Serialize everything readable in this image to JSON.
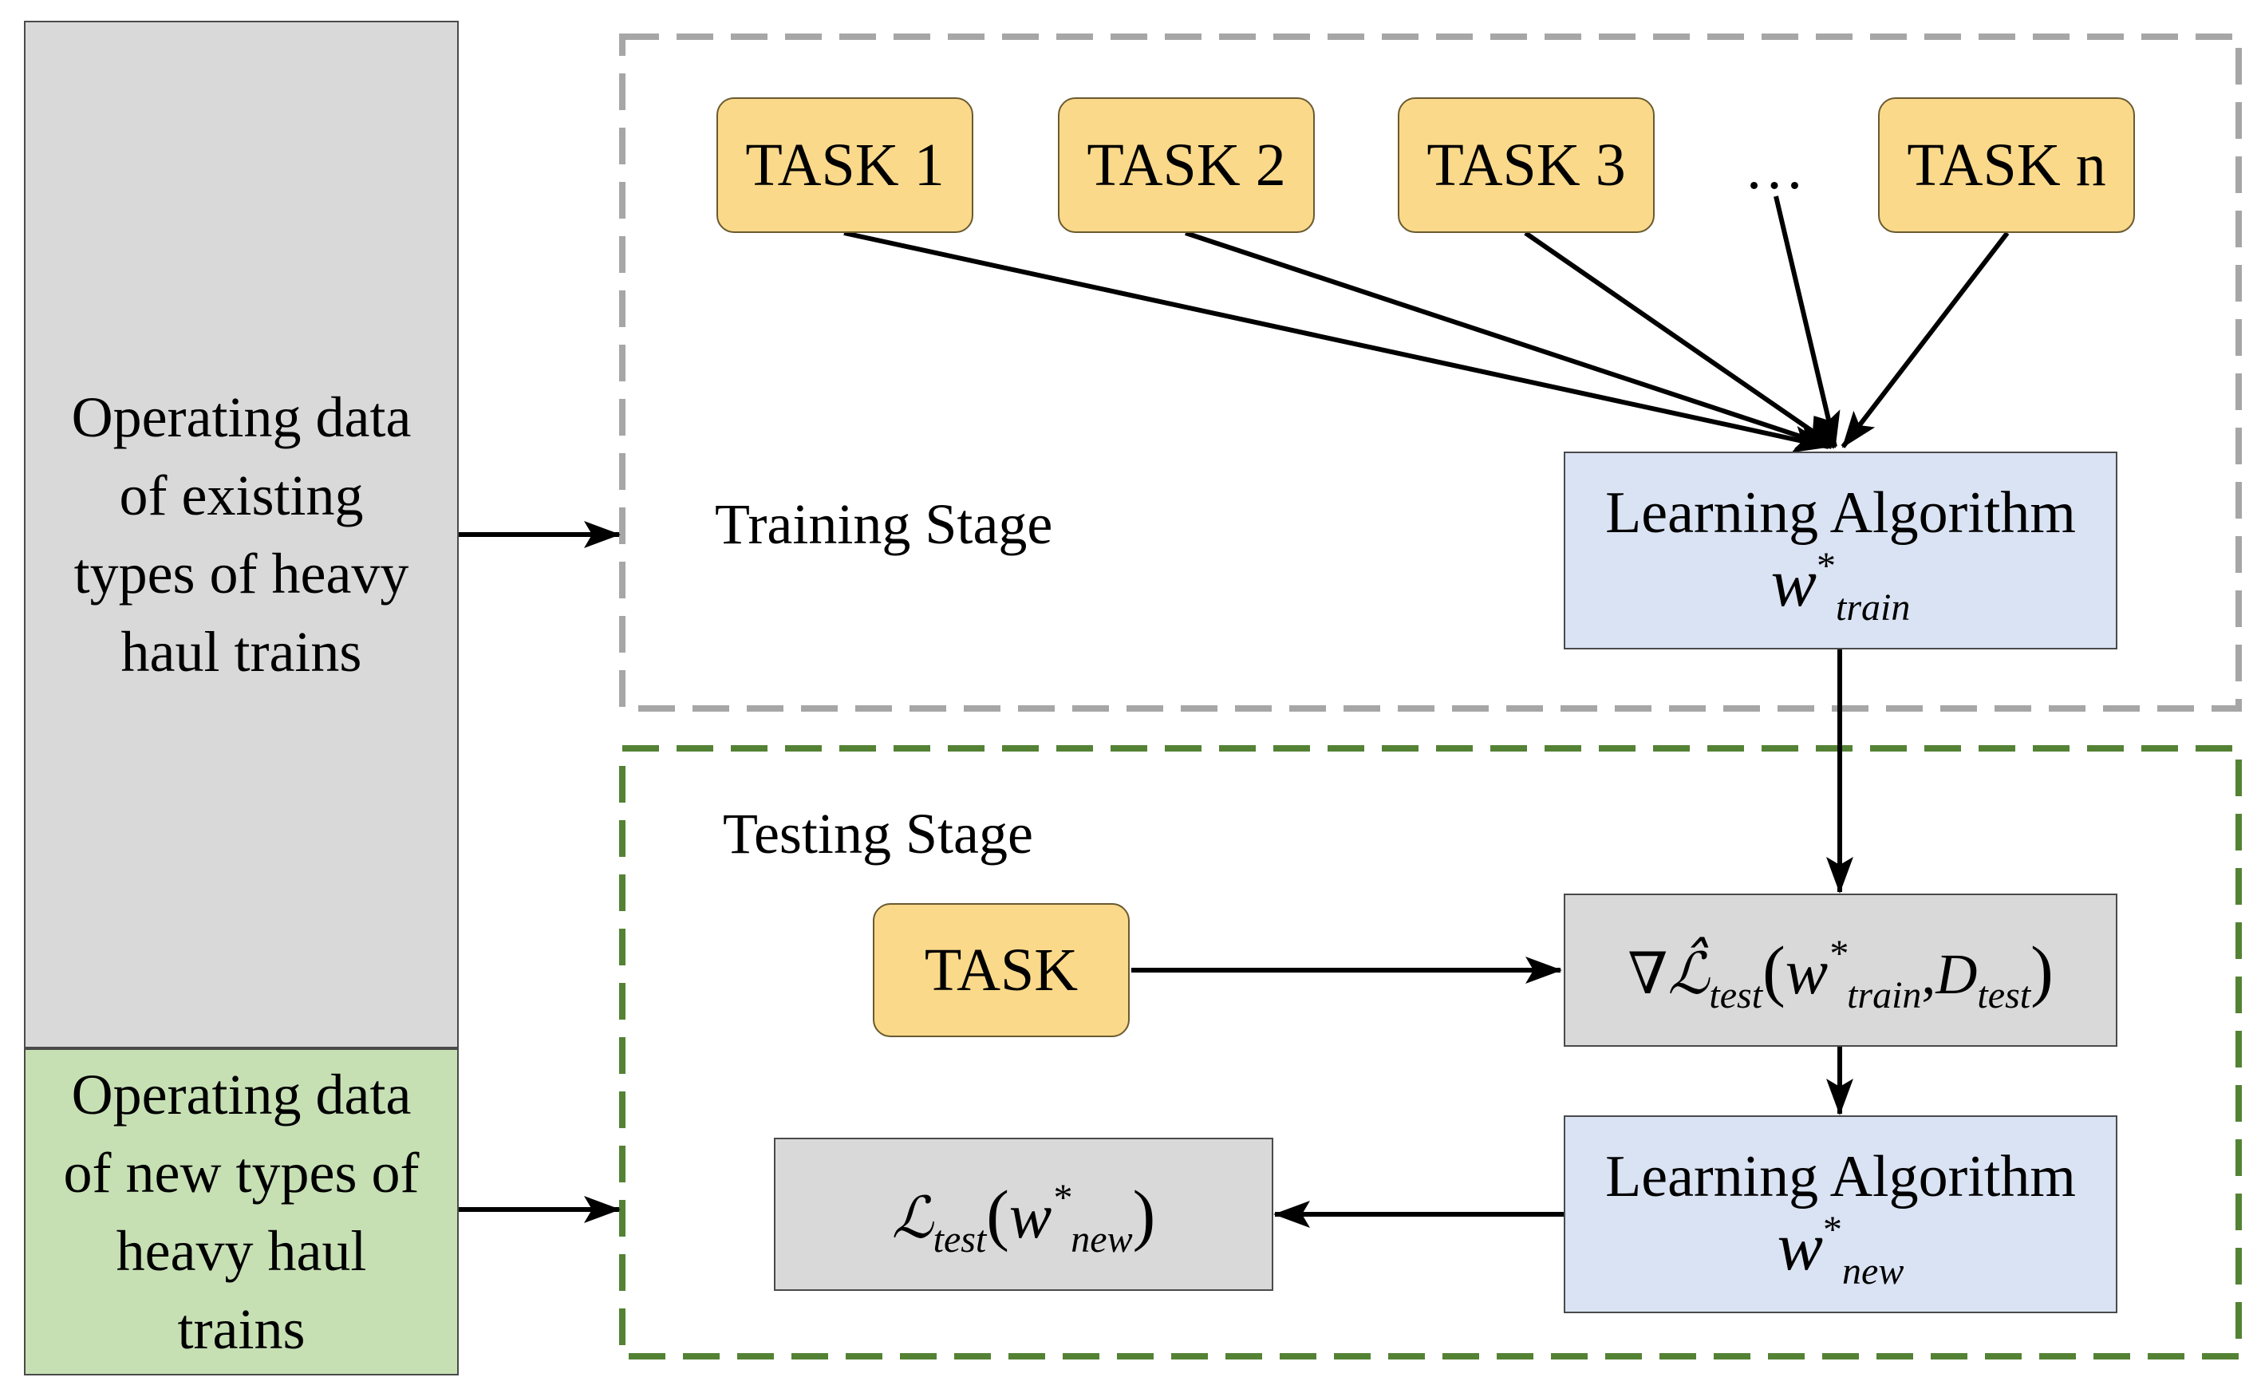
{
  "sources": {
    "existing": [
      "Operating data",
      "of existing",
      "types of heavy",
      "haul trains"
    ],
    "new": [
      "Operating data",
      "of new types of",
      "heavy haul",
      "trains"
    ]
  },
  "training": {
    "label": "Training Stage",
    "tasks": [
      "TASK 1",
      "TASK 2",
      "TASK 3",
      "TASK n"
    ],
    "ellipsis": "…",
    "algorithm": {
      "title": "Learning Algorithm",
      "w": "w",
      "star": "*",
      "sub": "train"
    }
  },
  "testing": {
    "label": "Testing Stage",
    "task": "TASK",
    "gradient": {
      "nabla": "∇",
      "L": "ℒ̂",
      "sub": "test",
      "open": "(",
      "w": "w",
      "star": "*",
      "wsub": "train",
      "comma": ",",
      "D": "D",
      "dsub": "test",
      "close": ")"
    },
    "algorithm": {
      "title": "Learning Algorithm",
      "w": "w",
      "star": "*",
      "sub": "new"
    },
    "loss": {
      "L": "ℒ",
      "sub": "test",
      "open": "(",
      "w": "w",
      "star": "*",
      "wsub": "new",
      "close": ")"
    }
  },
  "colors": {
    "task_fill": "#fad98a",
    "algo_fill": "#dae3f3",
    "grey_fill": "#d9d9d9",
    "new_fill": "#c6e0b4",
    "training_border": "#a6a6a6",
    "testing_border": "#548235"
  }
}
